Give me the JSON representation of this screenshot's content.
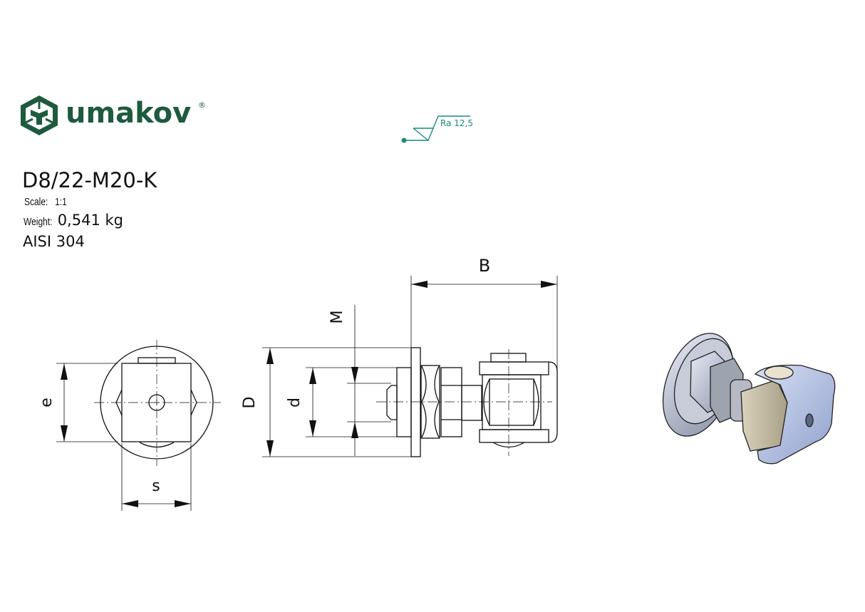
{
  "brand": {
    "name": "umakov",
    "registered_mark": "®",
    "color": "#1e5a3e"
  },
  "part": {
    "code": "D8/22-M20-K",
    "scale_label": "Scale:",
    "scale_value": "1:1",
    "weight_label": "Weight:",
    "weight_value": "0,541 kg",
    "material": "AISI 304"
  },
  "surface_finish": {
    "symbol": "surface-roughness-symbol",
    "value": "Ra 12,5",
    "color": "#1a8a80"
  },
  "front_view": {
    "dimensions": {
      "e": "e",
      "s": "s"
    }
  },
  "side_view": {
    "dimensions": {
      "B": "B",
      "M": "M",
      "D": "D",
      "d": "d"
    }
  },
  "isometric_view": {
    "label": "3d-render-hinge"
  }
}
